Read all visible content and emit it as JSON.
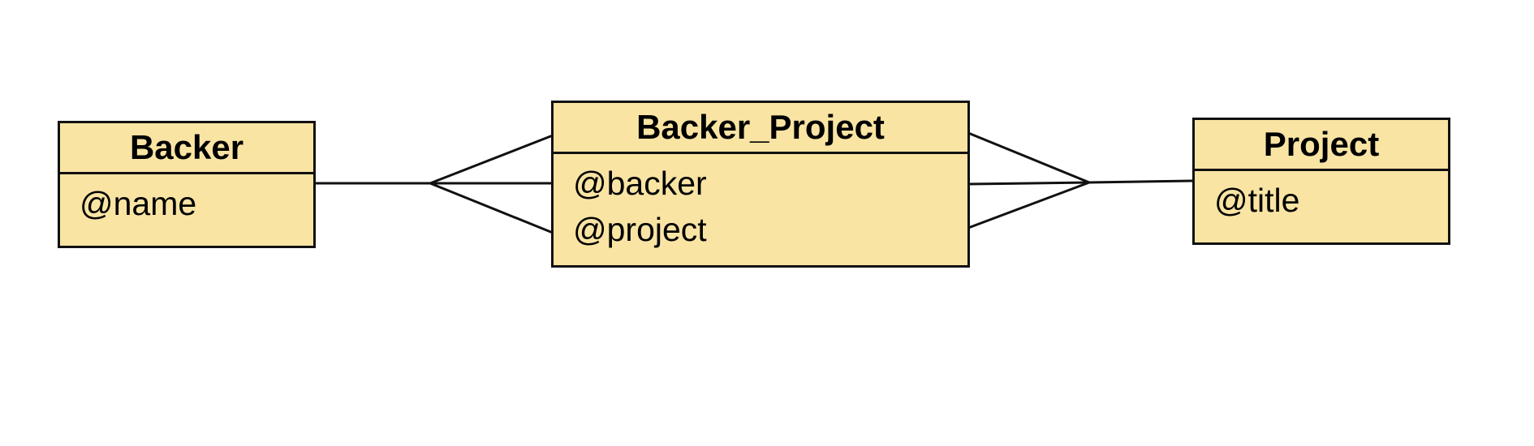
{
  "entities": {
    "backer": {
      "title": "Backer",
      "attributes": [
        "@name"
      ]
    },
    "backer_project": {
      "title": "Backer_Project",
      "attributes": [
        "@backer",
        "@project"
      ]
    },
    "project": {
      "title": "Project",
      "attributes": [
        "@title"
      ]
    }
  },
  "relationships": [
    {
      "from": "Backer",
      "to": "Backer_Project",
      "cardinality": "one-to-many"
    },
    {
      "from": "Project",
      "to": "Backer_Project",
      "cardinality": "one-to-many"
    }
  ],
  "colors": {
    "entity_fill": "#f9e4a3",
    "stroke": "#111111",
    "background": "#ffffff"
  }
}
